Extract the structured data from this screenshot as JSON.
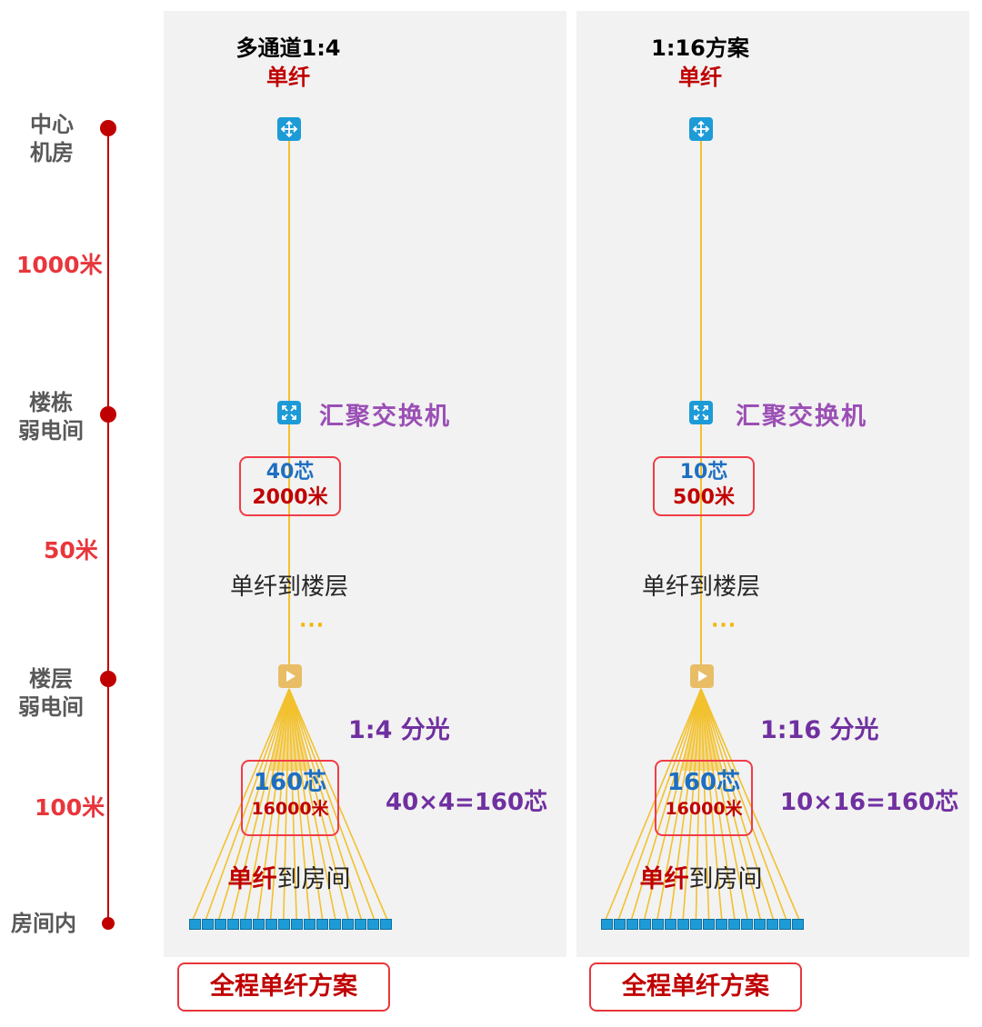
{
  "scale": {
    "levels": [
      {
        "line1": "中心",
        "line2": "机房"
      },
      {
        "line1": "楼栋",
        "line2": "弱电间"
      },
      {
        "line1": "楼层",
        "line2": "弱电间"
      },
      {
        "line1": "房间内",
        "line2": ""
      }
    ],
    "distances": [
      "1000米",
      "50米",
      "100米"
    ]
  },
  "panels": [
    {
      "title": "多通道1:4",
      "subtitle": "单纤",
      "aggregation_label": "汇聚交换机",
      "cores_top": "40芯",
      "length_top": "2000米",
      "floor_label": "单纤到楼层",
      "ellipsis": "···",
      "split_label": "1:4 分光",
      "cores_bottom": "160芯",
      "length_bottom": "16000米",
      "calc": "40×4=160芯",
      "room_label_red": "单纤",
      "room_label_rest": "到房间",
      "button": "全程单纤方案"
    },
    {
      "title": "1:16方案",
      "subtitle": "单纤",
      "aggregation_label": "汇聚交换机",
      "cores_top": "10芯",
      "length_top": "500米",
      "floor_label": "单纤到楼层",
      "ellipsis": "···",
      "split_label": "1:16 分光",
      "cores_bottom": "160芯",
      "length_bottom": "16000米",
      "calc": "10×16=160芯",
      "room_label_red": "单纤",
      "room_label_rest": "到房间",
      "button": "全程单纤方案"
    }
  ],
  "colors": {
    "scale_line": "#c00000",
    "fiber": "#f2c12e",
    "switch_icon": "#1d9bd7",
    "splitter_icon": "#e8bd66",
    "purple": "#7030a0",
    "red": "#c00000"
  },
  "icons": [
    "core-switch-icon",
    "aggregation-switch-icon",
    "splitter-icon",
    "room-terminal-icon"
  ]
}
